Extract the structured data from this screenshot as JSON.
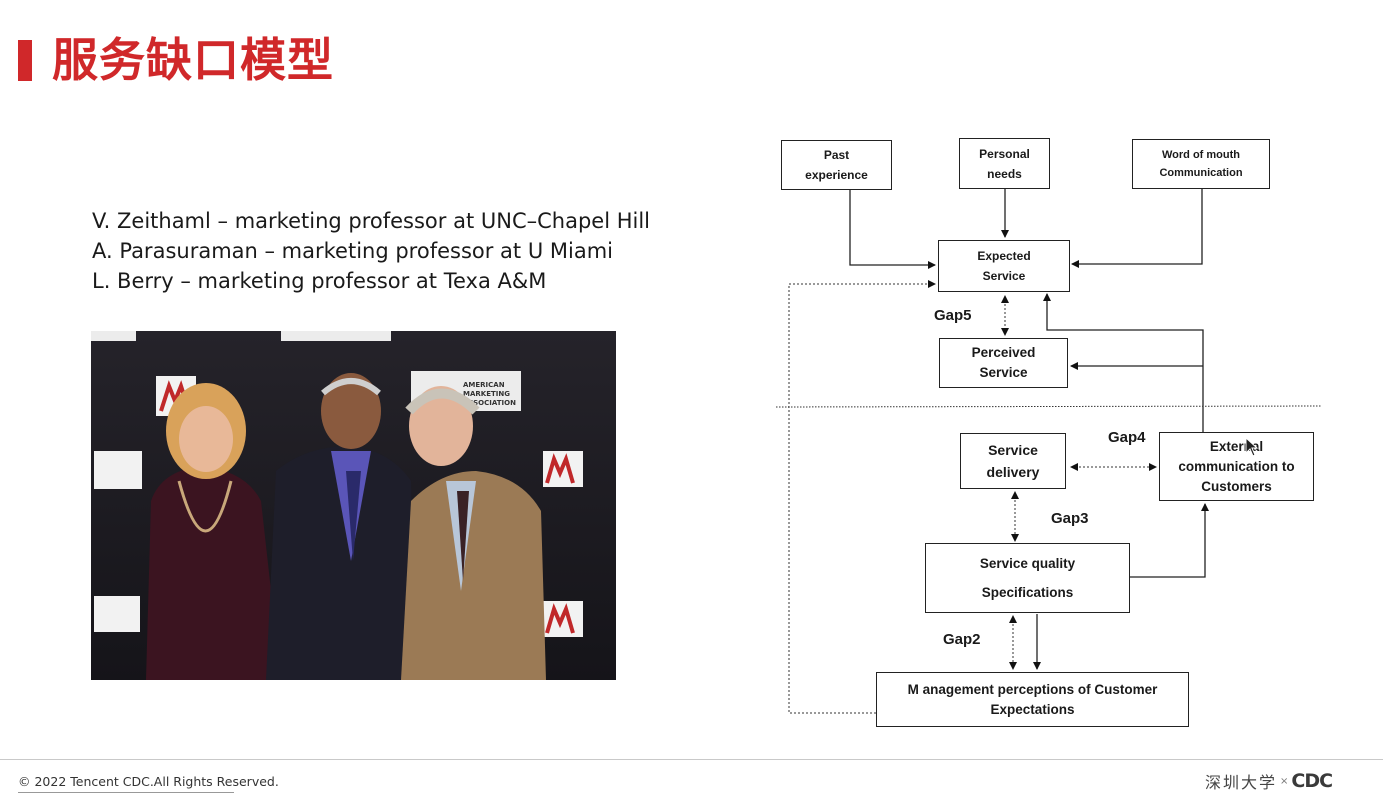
{
  "title": "服务缺口模型",
  "authors": [
    "V. Zeithaml – marketing professor at UNC–Chapel Hill",
    "A. Parasuraman – marketing professor at U Miami",
    "L. Berry – marketing professor at Texa A&M"
  ],
  "photo": {
    "backdrop_text": [
      "AMERICAN",
      "MARKETING",
      "ASSOCIATION"
    ]
  },
  "diagram": {
    "boxes": {
      "past": [
        "Past",
        "experience"
      ],
      "personal": [
        "Personal",
        "needs"
      ],
      "wom": [
        "Word of mouth",
        "Communication"
      ],
      "expected": [
        "Expected",
        "Service"
      ],
      "perceived": [
        "Perceived",
        "Service"
      ],
      "delivery": [
        "Service",
        "delivery"
      ],
      "external": [
        "External",
        "communication to",
        "Customers"
      ],
      "specs": [
        "Service quality",
        "Specifications"
      ],
      "mgmt": [
        "M anagement perceptions of Customer",
        "Expectations"
      ]
    },
    "gaps": {
      "gap5": "Gap5",
      "gap4": "Gap4",
      "gap3": "Gap3",
      "gap2": "Gap2"
    }
  },
  "footer": {
    "copyright": "© 2022 Tencent CDC.All Rights Reserved.",
    "logo_cn": "深圳大学",
    "logo_x": "×",
    "logo_cdc": "CDC"
  },
  "colors": {
    "accent": "#d0282a",
    "photo_backdrop": "#1c1b20"
  }
}
